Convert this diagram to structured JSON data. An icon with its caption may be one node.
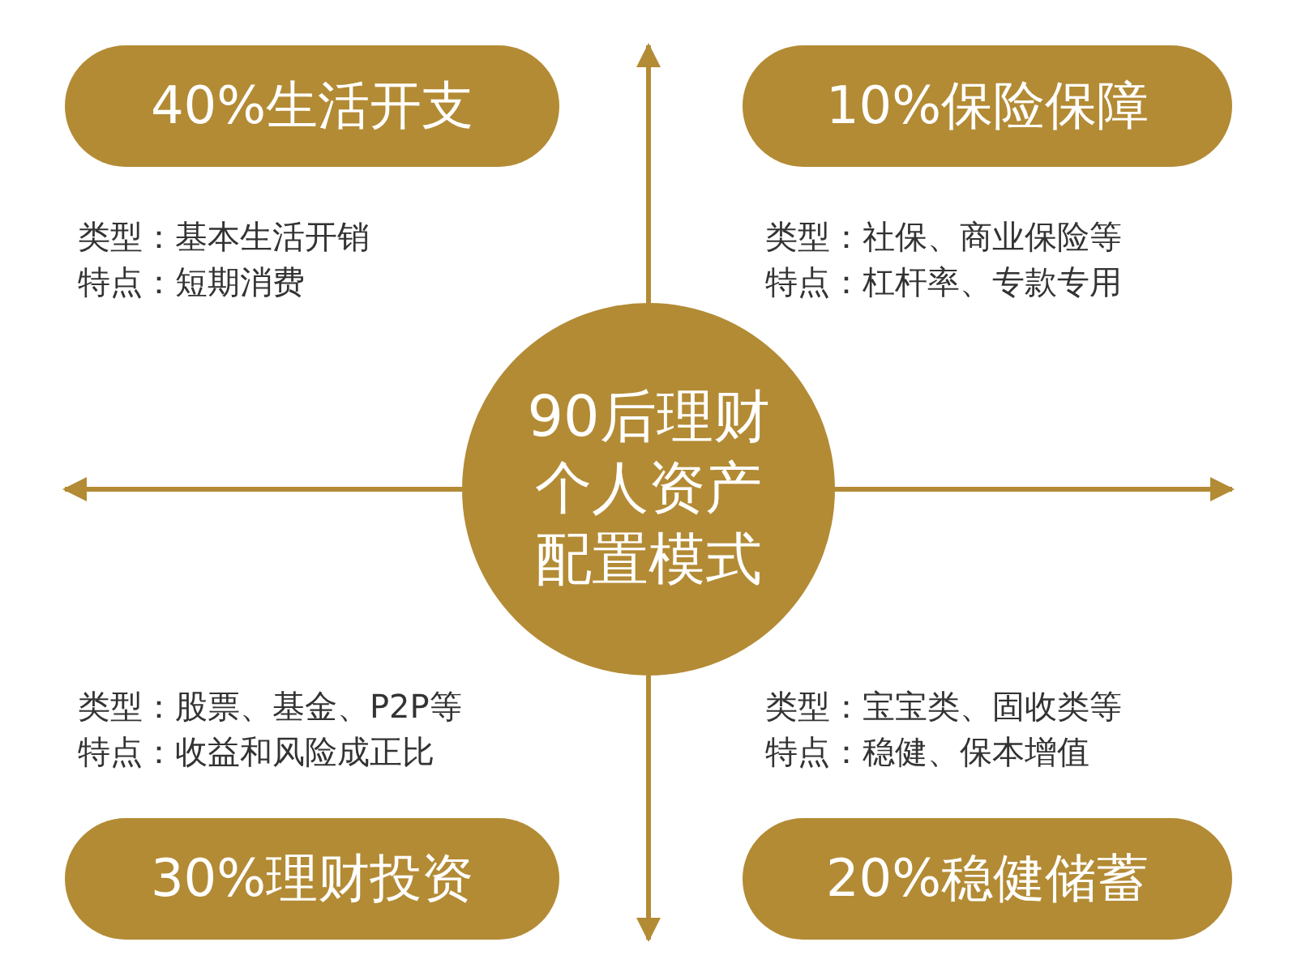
{
  "diagram": {
    "nodes": [
      {
        "text": [
          "40%生活开支"
        ],
        "beside": [
          "类型：基本生活开销",
          "特点：短期消费"
        ]
      },
      {
        "text": [
          "10%保险保障"
        ],
        "beside": [
          "类型：社保、商业保险等",
          "特点：杠杆率、专款专用"
        ]
      },
      {
        "text": [
          "90后理财个人资产配置模式"
        ]
      },
      {
        "text": [
          "30%理财投资"
        ],
        "beside": [
          "类型：股票、基金、P2P等",
          "特点：收益和风险成正比"
        ]
      },
      {
        "text": [
          "20%稳健储蓄"
        ],
        "beside": [
          "类型：宝宝类、固收类等",
          "特点：稳健、保本增值"
        ]
      }
    ],
    "edges": [
      {
        "from": 2,
        "to": null,
        "arrow": "to"
      },
      {
        "from": 2,
        "to": null,
        "arrow": "to"
      },
      {
        "from": 2,
        "to": null,
        "arrow": "to"
      },
      {
        "from": 2,
        "to": null,
        "arrow": "to"
      }
    ]
  }
}
